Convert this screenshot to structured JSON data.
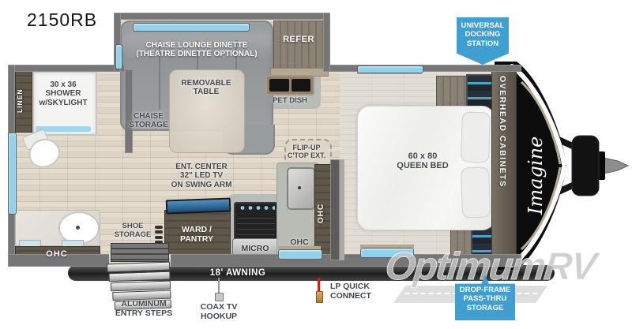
{
  "model": "2150RB",
  "brand": {
    "logo_text": "Imagine"
  },
  "badges": {
    "docking": "UNIVERSAL\nDOCKING\nSTATION",
    "passthru": "DROP-FRAME\nPASS-THRU\nSTORAGE"
  },
  "floorplan": {
    "dinette": "CHAISE LOUNGE DINETTE\n(THEATRE DINETTE OPTIONAL)",
    "removable_table": "REMOVABLE\nTABLE",
    "chaise_storage": "CHAISE\nSTORAGE",
    "refer": "REFER",
    "pet_dish": "PET DISH",
    "linen": "LINEN",
    "shower": "30 x 36\nSHOWER\nw/SKYLIGHT",
    "bath_ohc": "OHC",
    "ent_center": "ENT. CENTER\n32\" LED TV\nON SWING ARM",
    "ward_pantry": "WARD /\nPANTRY",
    "shoe_storage": "SHOE\nSTORAGE",
    "micro": "MICRO",
    "flip_up_ctop": "FLIP-UP\nC'TOP EXT.",
    "kitchen_ohc_cabinet": "OHC",
    "kitchen_ohc_window": "OHC",
    "queen_bed": "60 x 80\nQUEEN BED",
    "overhead_cabinets": "OVERHEAD CABINETS"
  },
  "exterior": {
    "awning": "18' AWNING",
    "entry_steps": "ALUMINUM\nENTRY STEPS",
    "coax": "COAX TV\nHOOKUP",
    "lp_connect": "LP QUICK\nCONNECT"
  },
  "watermark": "OptimumRV",
  "colors": {
    "badge_blue": "#3f9fd0",
    "window_blue": "#8fd2ee",
    "wall_gray": "#767676",
    "awning_dark": "#2b2b2b",
    "front_cap_black": "#0c0c0c"
  }
}
